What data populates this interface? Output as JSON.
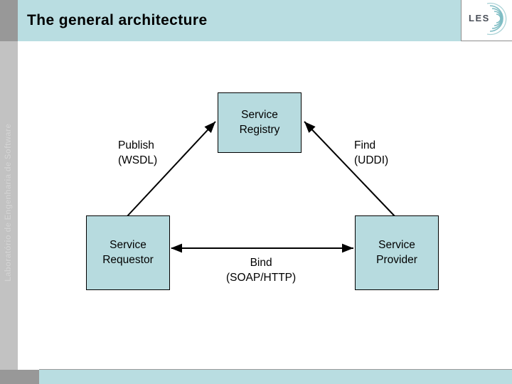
{
  "slide": {
    "title": "The general architecture",
    "sidebar_label": "Laboratório de Engenharia de Software",
    "logo_text": "LES",
    "logo_icon": "swirl-arcs-icon",
    "colors": {
      "title_band": "#b9dde1",
      "node_fill": "#b7dbdf",
      "rail_dark": "#989898",
      "rail_light": "#c2c2c2",
      "logo_accent": "#7fbdc4",
      "text": "#000000"
    }
  },
  "diagram": {
    "type": "service-oriented-architecture-triangle",
    "nodes": [
      {
        "id": "registry",
        "label_line1": "Service",
        "label_line2": "Registry"
      },
      {
        "id": "requestor",
        "label_line1": "Service",
        "label_line2": "Requestor"
      },
      {
        "id": "provider",
        "label_line1": "Service",
        "label_line2": "Provider"
      }
    ],
    "edges": [
      {
        "id": "publish",
        "from": "provider",
        "to": "registry",
        "label_line1": "Publish",
        "label_line2": "(WSDL)",
        "arrow": "single"
      },
      {
        "id": "find",
        "from": "requestor",
        "to": "registry",
        "label_line1": "Find",
        "label_line2": "(UDDI)",
        "arrow": "single"
      },
      {
        "id": "bind",
        "from": "requestor",
        "to": "provider",
        "label_line1": "Bind",
        "label_line2": "(SOAP/HTTP)",
        "arrow": "double"
      }
    ]
  }
}
